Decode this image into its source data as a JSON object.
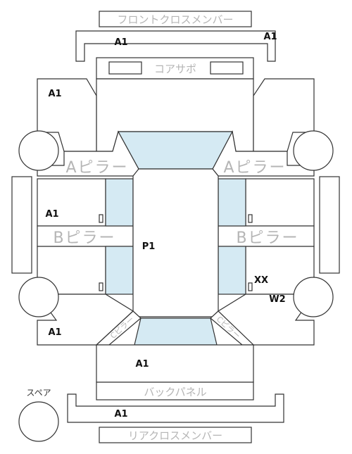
{
  "colors": {
    "glass": "#d5eaf3",
    "outline": "#333333",
    "faded_text": "#b5b5b5",
    "code_text": "#111111"
  },
  "labels": {
    "front_cross_member": "フロントクロスメンバー",
    "core_support": "コアサポ",
    "a_pillar": "Aピラー",
    "b_pillar": "Bピラー",
    "c_pillar": "Cピラー",
    "back_panel": "バックパネル",
    "rear_cross_member": "リアクロスメンバー",
    "spare": "スペア"
  },
  "codes": {
    "front_cross_member": "A1",
    "front_cross_member_right": "A1",
    "front_left": "A1",
    "left_side": "A1",
    "roof": "P1",
    "rear_right_side": "XX",
    "rear_right_wheel": "W2",
    "rear_left": "A1",
    "back_panel": "A1",
    "rear_cross_member": "A1"
  }
}
